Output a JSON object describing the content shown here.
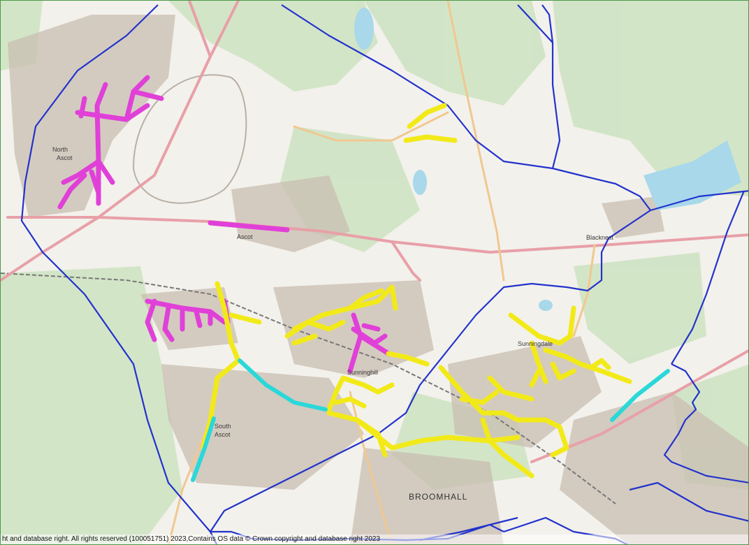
{
  "map": {
    "place_labels": {
      "north_ascot": [
        "North",
        "Ascot"
      ],
      "ascot": "Ascot",
      "sunninghill": "Sunninghill",
      "sunningdale": "Sunningdale",
      "south_ascot": [
        "South",
        "Ascot"
      ],
      "broomhall": "BROOMHALL",
      "blacknest": "Blacknest"
    },
    "colors": {
      "boundary": "#2233cc",
      "highlight_yellow": "#f2ea18",
      "highlight_magenta": "#e040d8",
      "highlight_cyan": "#2ad8d8",
      "road_a": "#e8a0a8",
      "road_b": "#f0c890",
      "woodland": "#cfe3c3",
      "urban": "#c9bdb2",
      "water": "#a8d8ea"
    },
    "legend_keys": {
      "boundary": "parish-boundary",
      "yellow": "yellow-highlighted-roads",
      "magenta": "magenta-highlighted-roads",
      "cyan": "cyan-highlighted-roads"
    },
    "copyright": "ht and database right. All rights reserved (100051751) 2023,Contains OS data © Crown copyright and database right 2023"
  }
}
